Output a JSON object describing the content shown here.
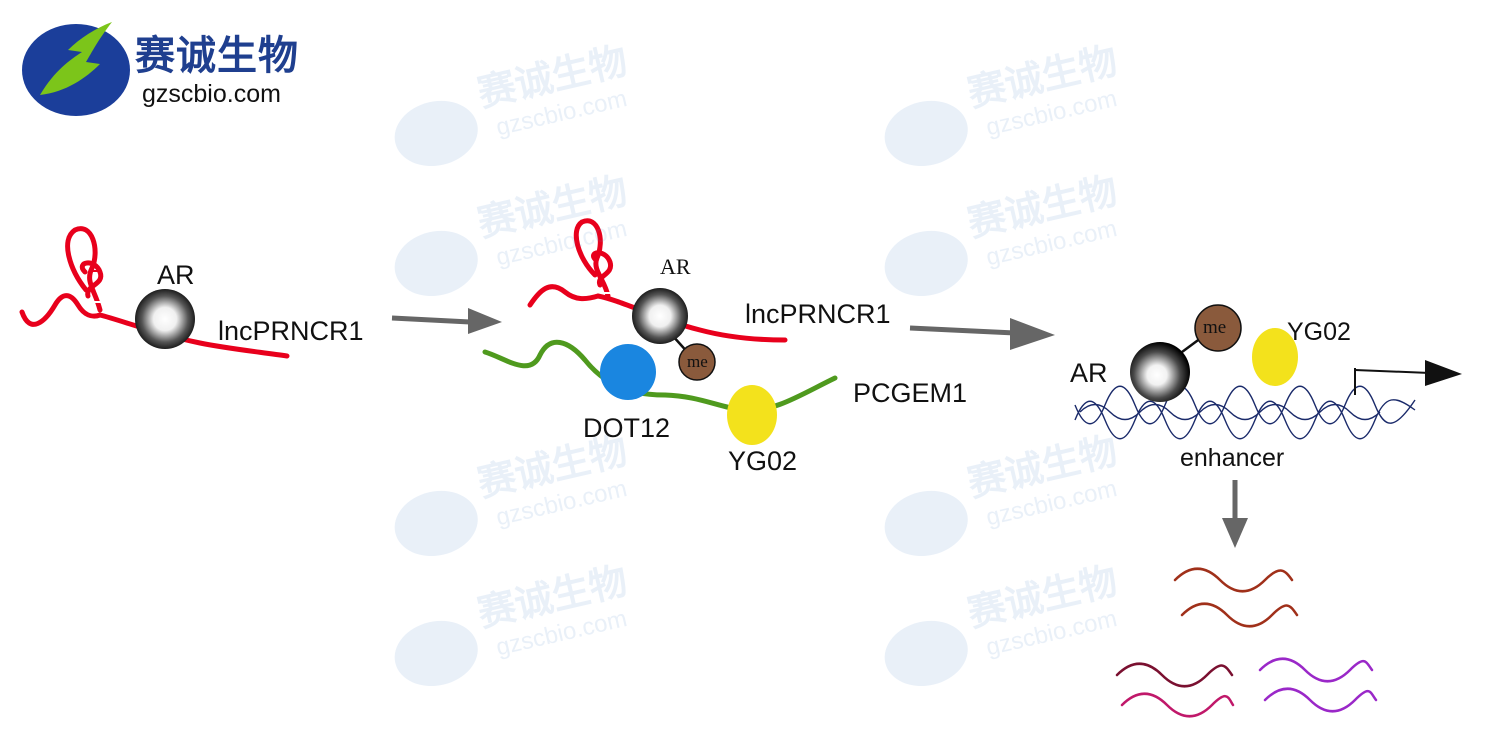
{
  "logo": {
    "name_cn": "赛诚生物",
    "domain": "gzscbio.com"
  },
  "watermark": {
    "text_cn": "赛诚生物",
    "text_en": "gzscbio.com"
  },
  "panel1": {
    "protein_label": "AR",
    "lncrna_label": "lncPRNCR1"
  },
  "panel2": {
    "protein_label": "AR",
    "lncrna_label": "lncPRNCR1",
    "methyl_label": "me",
    "dot_label": "DOT12",
    "yg_label": "YG02",
    "pcgem_label": "PCGEM1"
  },
  "panel3": {
    "protein_label": "AR",
    "methyl_label": "me",
    "yg_label": "YG02",
    "enhancer_label": "enhancer"
  },
  "colors": {
    "lncprncr1": "#e8001c",
    "pcgem1": "#4f9a1e",
    "dot12": "#1a86e0",
    "yg02": "#f3e21c",
    "methyl": "#8a5a3c",
    "dna": "#1a2a6a",
    "arrow": "#666666",
    "transcript_1": "#a0301a",
    "transcript_2": "#7a1030",
    "transcript_3": "#c0186a",
    "transcript_4": "#9a28c8"
  }
}
